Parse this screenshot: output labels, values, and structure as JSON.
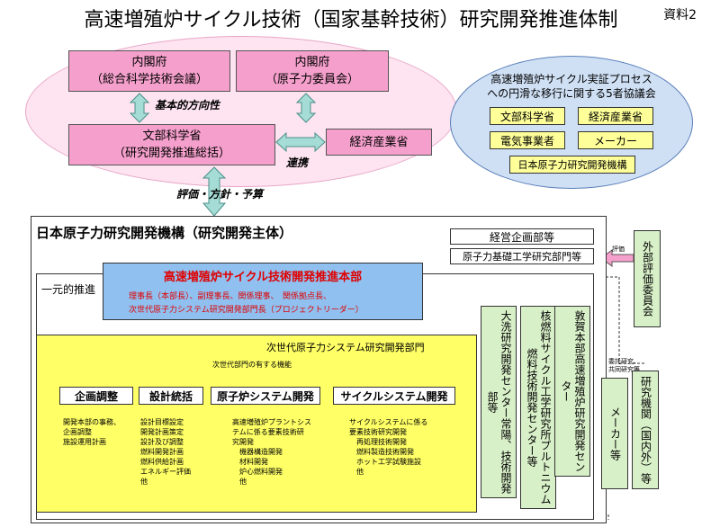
{
  "title": "高速増殖炉サイクル技術（国家基幹技術）研究開発推進体制",
  "doc_label": "資料2",
  "top": {
    "cabinet_left": [
      "内閣府",
      "（総合科学技術会議）"
    ],
    "cabinet_right": [
      "内閣府",
      "（原子力委員会）"
    ],
    "basic_direction": "基本的方向性",
    "mext": [
      "文部科学省",
      "（研究開発推進総括）"
    ],
    "meti": "経済産業省",
    "cooperation": "連携",
    "evaluation": "評価・方針・予算"
  },
  "council": {
    "title": [
      "高速増殖炉サイクル実証プロセス",
      "への円滑な移行に関する5者協議会"
    ],
    "members": [
      "文部科学省",
      "経済産業省",
      "電気事業者",
      "メーカー",
      "日本原子力研究開発機構"
    ]
  },
  "jaea": {
    "title": "日本原子力研究開発機構（研究開発主体）",
    "planning": "経営企画部等",
    "basic_eng": "原子力基礎工学研究部門等",
    "unified": "一元的推進",
    "hq_title": "高速増殖炉サイクル技術開発推進本部",
    "hq_line1": "理事長（本部長）、副理事長、関係理事、　関係拠点長、",
    "hq_line2": "次世代原子力システム研究開発部門長（プロジェクトリーダー）",
    "next_gen_title": "次世代原子力システム研究開発部門",
    "functions_label": "次世代部門の有する機能",
    "units": [
      {
        "name": "企画調整",
        "items": [
          "開発本部の事務、",
          "企画調整",
          "施設運用計画"
        ]
      },
      {
        "name": "設計統括",
        "items": [
          "設計目標設定",
          "開発計画策定",
          "設計及び調整",
          "燃料開発計画",
          "燃料供給計画",
          "エネルギー評価",
          "他"
        ]
      },
      {
        "name": "原子炉システム開発",
        "items": [
          "高速増殖炉プラントシス",
          "テムに係る要素技術研",
          "究開発",
          "　機器構造開発",
          "　材料開発",
          "　炉心燃料開発",
          "　他"
        ]
      },
      {
        "name": "サイクルシステム開発",
        "items": [
          "サイクルシステムに係る",
          "要素技術研究開発",
          "　再処理技術開発",
          "　燃料製造技術開発",
          "　ホット工学試験施設",
          "　他"
        ]
      }
    ],
    "centers": [
      "大洗研究開発センター常陽、技術開発部等",
      "核燃料サイクル工学研究所プルトニウム燃料技術開発センター等",
      "敦賀本部高速増殖炉研究開発センター"
    ]
  },
  "external": {
    "committee": "外部評価委員会",
    "evaluation": "評価",
    "commission_note": [
      "委託研究、",
      "共同研究等"
    ],
    "maker": "メーカー等",
    "research_orgs": "研究機関（国内外）等"
  }
}
